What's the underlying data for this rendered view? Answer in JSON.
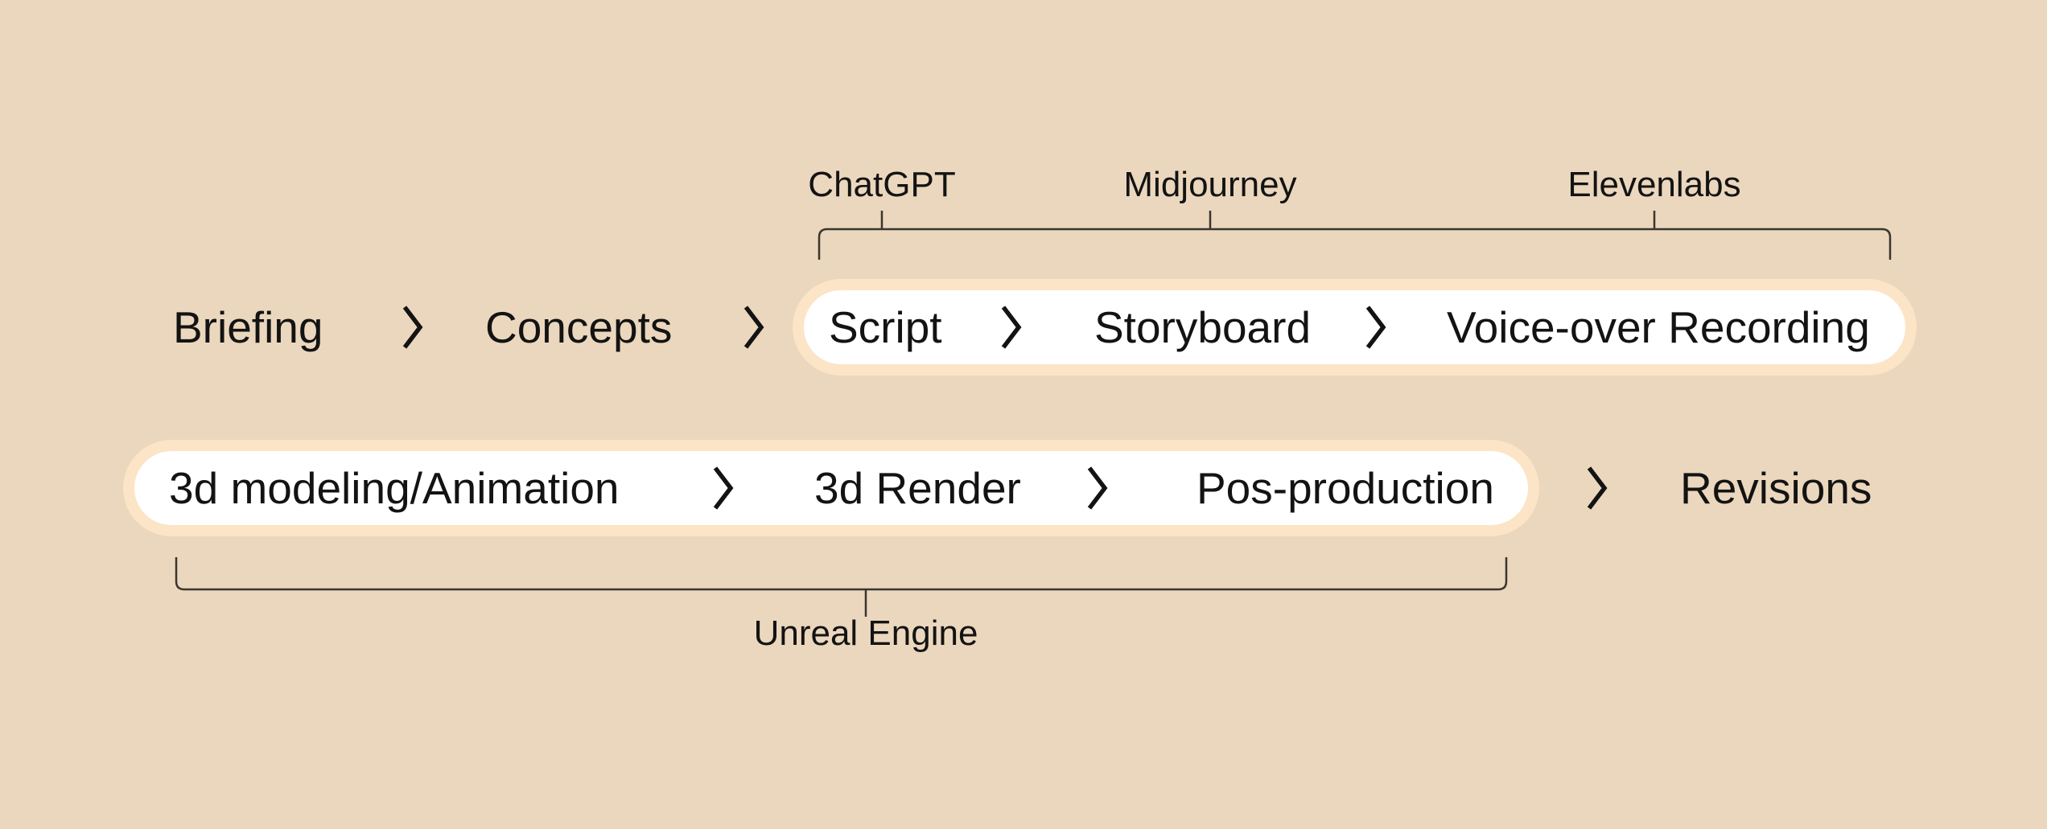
{
  "colors": {
    "background": "#ebd7bd",
    "pill_ring": "#fce4c6",
    "pill_fill": "#ffffff",
    "text": "#131313",
    "bracket_line": "#3a352e"
  },
  "tools": {
    "chatgpt": "ChatGPT",
    "midjourney": "Midjourney",
    "elevenlabs": "Elevenlabs",
    "unreal_engine": "Unreal Engine"
  },
  "workflow": {
    "row1": {
      "outside_steps": [
        "Briefing",
        "Concepts"
      ],
      "highlighted_steps": [
        "Script",
        "Storyboard",
        "Voice-over Recording"
      ]
    },
    "row2": {
      "highlighted_steps": [
        "3d modeling/Animation",
        "3d Render",
        "Pos-production"
      ],
      "outside_steps": [
        "Revisions"
      ]
    }
  },
  "icons": {
    "separator": "chevron-right-icon"
  }
}
